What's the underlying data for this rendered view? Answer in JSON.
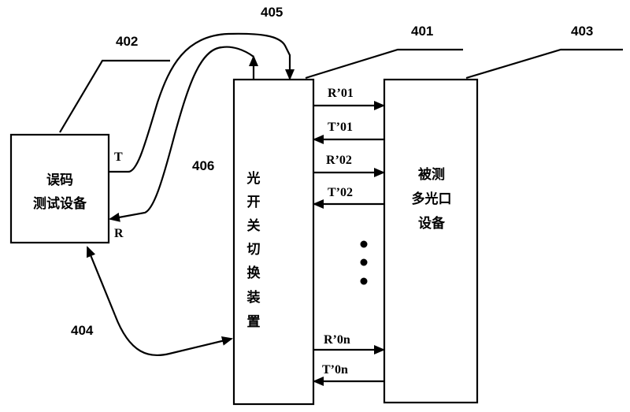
{
  "diagram": {
    "nodes": {
      "ber_tester": {
        "ref": "402",
        "label_lines": [
          "误码",
          "测试设备"
        ],
        "port_t": "T",
        "port_r": "R"
      },
      "optical_switch": {
        "ref": "401",
        "label_chars": [
          "光",
          "开",
          "关",
          "切",
          "换",
          "装",
          "置"
        ]
      },
      "dut": {
        "ref": "403",
        "label_lines": [
          "被测",
          "多光口",
          "设备"
        ]
      }
    },
    "connections": {
      "control_link": {
        "ref": "404"
      },
      "fiber_t_link": {
        "ref": "405"
      },
      "fiber_r_link": {
        "ref": "406"
      }
    },
    "channels": [
      {
        "label": "R’01",
        "direction": "to-dut"
      },
      {
        "label": "T’01",
        "direction": "to-switch"
      },
      {
        "label": "R’02",
        "direction": "to-dut"
      },
      {
        "label": "T’02",
        "direction": "to-switch"
      },
      {
        "label": "R’0n",
        "direction": "to-dut"
      },
      {
        "label": "T’0n",
        "direction": "to-switch"
      }
    ],
    "ellipsis": "•••"
  }
}
